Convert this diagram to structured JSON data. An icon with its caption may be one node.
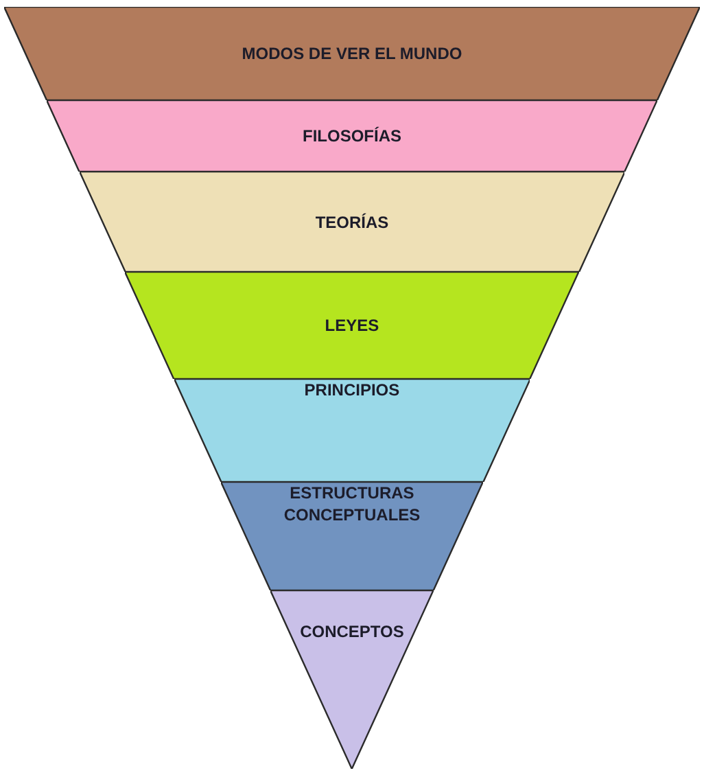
{
  "diagram": {
    "nodes": [
      {
        "text": [
          "MODOS DE VER EL MUNDO"
        ]
      },
      {
        "text": [
          "FILOSOFÍAS"
        ]
      },
      {
        "text": [
          "TEORÍAS"
        ]
      },
      {
        "text": [
          "LEYES"
        ]
      },
      {
        "text": [
          "PRINCIPIOS"
        ]
      },
      {
        "text": [
          "ESTRUCTURAS CONCEPTUALES"
        ]
      },
      {
        "text": [
          "CONCEPTOS"
        ]
      }
    ]
  }
}
